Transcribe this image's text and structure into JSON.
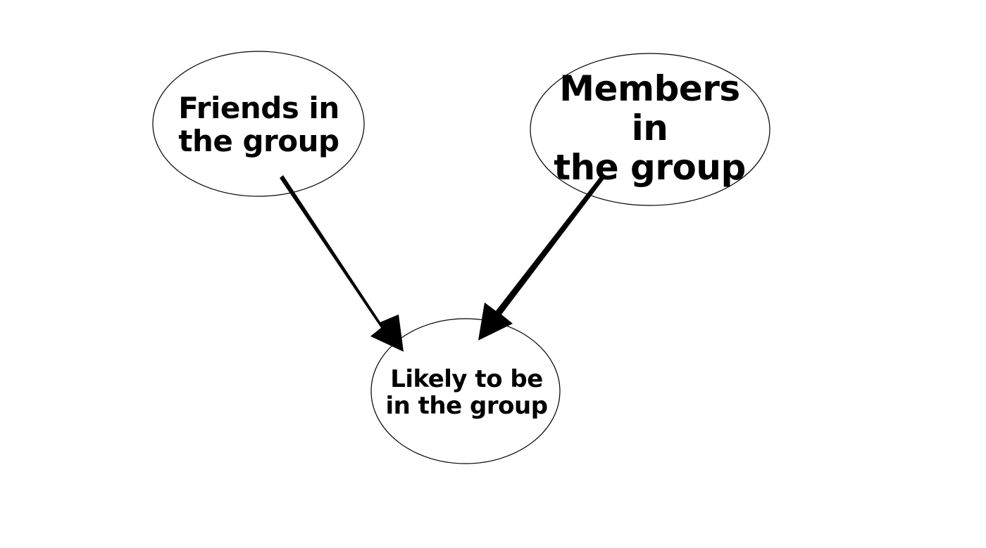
{
  "nodes": {
    "friends": {
      "line1": "Friends in",
      "line2": "the group"
    },
    "members": {
      "line1": "Members in",
      "line2": "the group"
    },
    "likely": {
      "line1": "Likely to be",
      "line2": "in the group"
    }
  },
  "edges": [
    {
      "from": "Friends in the group",
      "to": "Likely to be in the group"
    },
    {
      "from": "Members in the group",
      "to": "Likely to be in the group"
    }
  ],
  "colors": {
    "background": "#ffffff",
    "stroke": "#000000",
    "arrow": "#000000"
  }
}
